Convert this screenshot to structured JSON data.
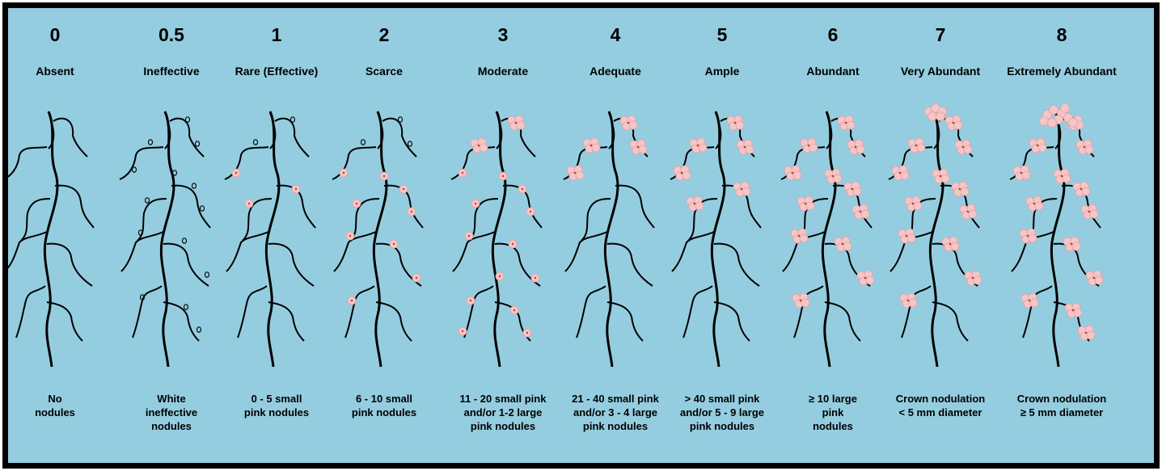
{
  "scale": [
    {
      "score": "0",
      "label": "Absent",
      "description": [
        "No",
        "nodules"
      ],
      "white_count": 0,
      "small_pink_count": 0,
      "large_pink_count": 0,
      "crown": false
    },
    {
      "score": "0.5",
      "label": "Ineffective",
      "description": [
        "White",
        "ineffective",
        "nodules"
      ],
      "white_count": 14,
      "small_pink_count": 0,
      "large_pink_count": 0,
      "crown": false
    },
    {
      "score": "1",
      "label": "Rare (Effective)",
      "description": [
        "0 - 5 small",
        "pink nodules"
      ],
      "white_count": 2,
      "small_pink_count": 3,
      "large_pink_count": 0,
      "crown": false
    },
    {
      "score": "2",
      "label": "Scarce",
      "description": [
        "6 - 10 small",
        "pink nodules"
      ],
      "white_count": 3,
      "small_pink_count": 9,
      "large_pink_count": 0,
      "crown": false
    },
    {
      "score": "3",
      "label": "Moderate",
      "description": [
        "11 - 20 small pink",
        "and/or 1-2 large",
        "pink  nodules"
      ],
      "white_count": 0,
      "small_pink_count": 13,
      "large_pink_count": 2,
      "crown": false
    },
    {
      "score": "4",
      "label": "Adequate",
      "description": [
        "21 - 40 small pink",
        "and/or 3 - 4 large",
        "pink nodules"
      ],
      "white_count": 0,
      "small_pink_count": 0,
      "large_pink_count": 4,
      "crown": false
    },
    {
      "score": "5",
      "label": "Ample",
      "description": [
        "> 40 small pink",
        "and/or 5 - 9 large",
        "pink nodules"
      ],
      "white_count": 0,
      "small_pink_count": 0,
      "large_pink_count": 6,
      "crown": false
    },
    {
      "score": "6",
      "label": "Abundant",
      "description": [
        "≥ 10 large",
        "pink",
        "nodules"
      ],
      "white_count": 0,
      "small_pink_count": 0,
      "large_pink_count": 12,
      "crown": false
    },
    {
      "score": "7",
      "label": "Very Abundant",
      "description": [
        "Crown nodulation",
        "< 5 mm diameter"
      ],
      "white_count": 0,
      "small_pink_count": 0,
      "large_pink_count": 12,
      "crown": true
    },
    {
      "score": "8",
      "label": "Extremely Abundant",
      "description": [
        "Crown nodulation",
        "≥ 5 mm diameter"
      ],
      "white_count": 0,
      "small_pink_count": 0,
      "large_pink_count": 14,
      "crown": true
    }
  ],
  "colors": {
    "background": "#94cddf",
    "border": "#000000",
    "root": "#000000",
    "pink_nodule": "#f4c6c8",
    "nodule_center": "#c0392b"
  }
}
